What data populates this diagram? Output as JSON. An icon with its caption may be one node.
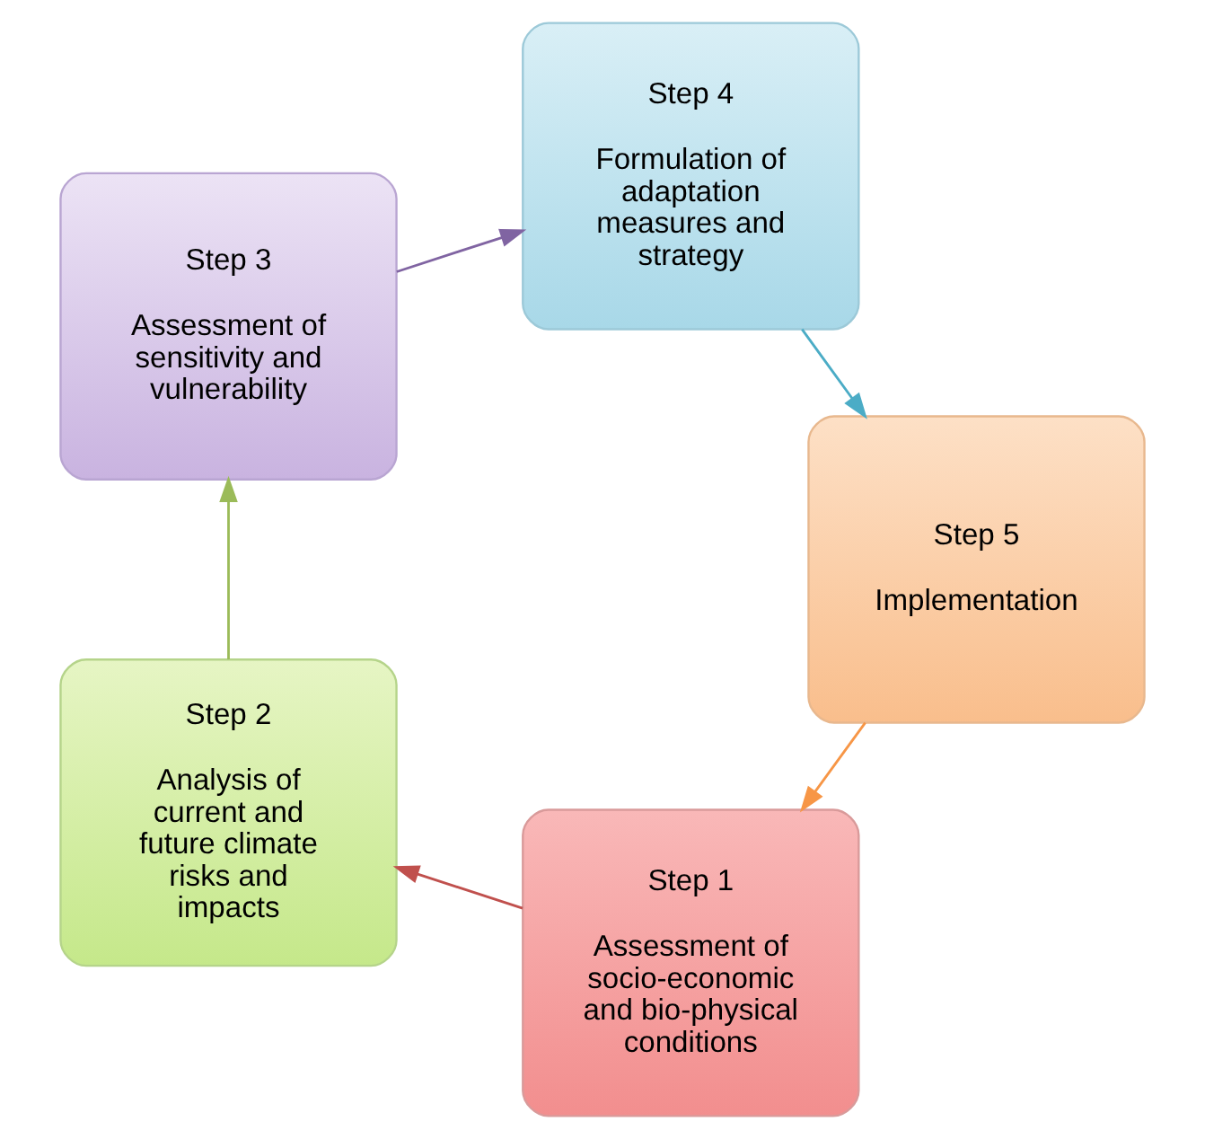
{
  "diagram": {
    "nodes": [
      {
        "text": [
          "Step 1",
          "Assessment of socio-economic and bio-physical conditions"
        ]
      },
      {
        "text": [
          "Step 2",
          "Analysis of current and future climate risks and impacts"
        ]
      },
      {
        "text": [
          "Step 3",
          "Assessment of sensitivity and vulnerability"
        ]
      },
      {
        "text": [
          "Step 4",
          "Formulation of adaptation measures and strategy"
        ]
      },
      {
        "text": [
          "Step 5",
          "Implementation"
        ]
      }
    ],
    "edges": [
      {
        "from": 0,
        "to": 1,
        "arrow": "to",
        "color": "#c0504d"
      },
      {
        "from": 1,
        "to": 2,
        "arrow": "to",
        "color": "#9bbb59"
      },
      {
        "from": 2,
        "to": 3,
        "arrow": "to",
        "color": "#8064a2"
      },
      {
        "from": 3,
        "to": 4,
        "arrow": "to",
        "color": "#4bacc6"
      },
      {
        "from": 4,
        "to": 0,
        "arrow": "to",
        "color": "#f79646"
      }
    ]
  }
}
